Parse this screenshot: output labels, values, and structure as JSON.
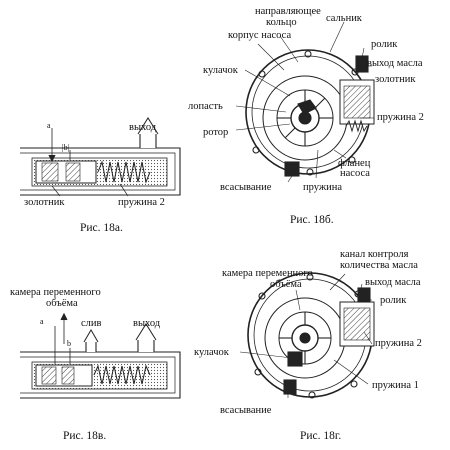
{
  "fig18a": {
    "caption": "Рис. 18а.",
    "labels": {
      "exit": "выход",
      "spool": "золотник",
      "spring2": "пружина 2",
      "a": "а",
      "b": "|b|"
    }
  },
  "fig18b": {
    "caption": "Рис. 18б.",
    "labels": {
      "guide_ring_1": "направляющее",
      "guide_ring_2": "кольцо",
      "pump_body": "корпус насоса",
      "seal": "сальник",
      "roller": "ролик",
      "oil_out": "выход масла",
      "cam": "кулачок",
      "spool": "золотник",
      "vane": "лопасть",
      "spring2": "пружина 2",
      "rotor": "ротор",
      "flange_1": "фланец",
      "flange_2": "насоса",
      "suction": "всасывание",
      "spring": "пружина"
    }
  },
  "fig18v": {
    "caption": "Рис. 18в.",
    "labels": {
      "chamber_1": "камера переменного",
      "chamber_2": "объёма",
      "drain": "слив",
      "exit": "выход",
      "a": "а",
      "b": "b"
    }
  },
  "fig18g": {
    "caption": "Рис. 18г.",
    "labels": {
      "channel_1": "канал контроля",
      "channel_2": "количества масла",
      "chamber_1": "камера переменного",
      "chamber_2": "объёма",
      "oil_out": "выход масла",
      "roller": "ролик",
      "spring2": "пружина 2",
      "cam": "кулачок",
      "spring1": "пружина 1",
      "suction": "всасывание"
    }
  }
}
